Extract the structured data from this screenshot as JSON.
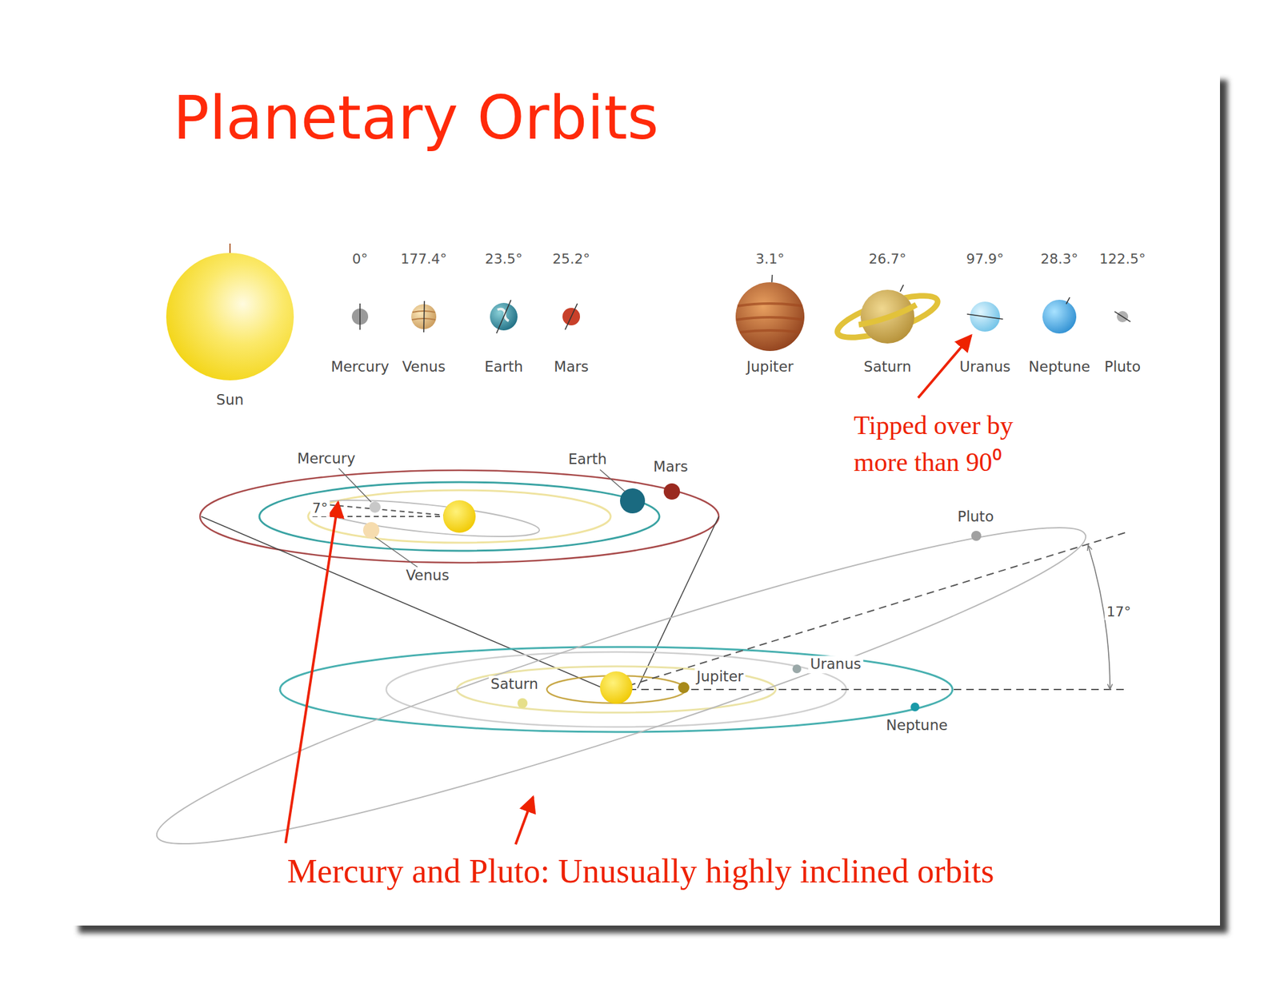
{
  "diagram": {
    "title": "Planetary Orbits",
    "labels": [
      "0°",
      "177.4°",
      "23.5°",
      "25.2°",
      "3.1°",
      "26.7°",
      "97.9°",
      "28.3°",
      "122.5°",
      "Sun",
      "Mercury",
      "Venus",
      "Earth",
      "Mars",
      "Jupiter",
      "Saturn",
      "Uranus",
      "Neptune",
      "Pluto",
      "Tipped over by more than 90⁰",
      "Mercury",
      "Earth",
      "Mars",
      "7°",
      "Venus",
      "Pluto",
      "17°",
      "Uranus",
      "Jupiter",
      "Saturn",
      "Neptune",
      "Mercury and Pluto: Unusually highly inclined orbits"
    ]
  }
}
